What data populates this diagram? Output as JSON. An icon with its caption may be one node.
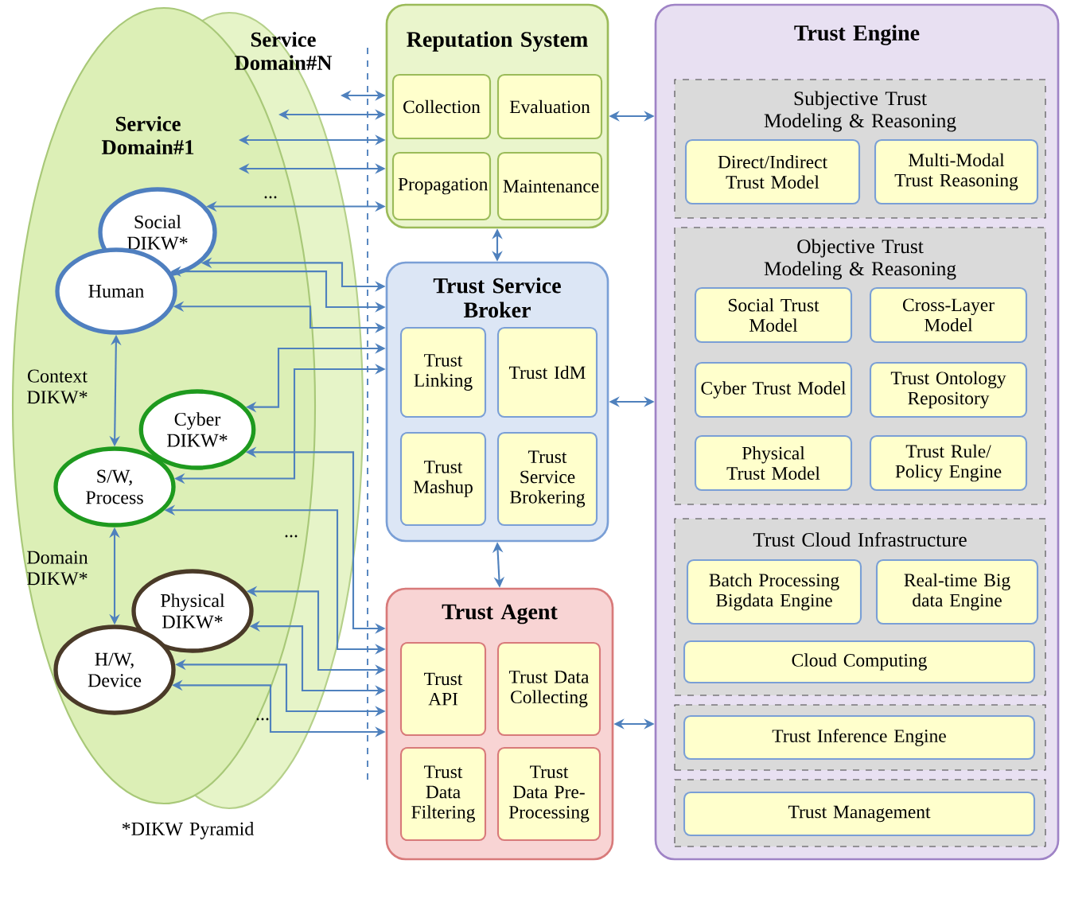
{
  "diagram": {
    "nodes": [
      {
        "text": [
          "Social DIKW*"
        ]
      },
      {
        "text": [
          "Human"
        ]
      },
      {
        "text": [
          "Cyber DIKW*"
        ]
      },
      {
        "text": [
          "S/W, Process"
        ]
      },
      {
        "text": [
          "Physical DIKW*"
        ]
      },
      {
        "text": [
          "H/W, Device"
        ]
      },
      {
        "text": [
          "Reputation System"
        ]
      },
      {
        "text": [
          "Collection"
        ],
        "in": 6
      },
      {
        "text": [
          "Evaluation"
        ],
        "in": 6
      },
      {
        "text": [
          "Propagation"
        ],
        "in": 6
      },
      {
        "text": [
          "Maintenance"
        ],
        "in": 6
      },
      {
        "text": [
          "Trust Service Broker"
        ]
      },
      {
        "text": [
          "Trust Linking"
        ],
        "in": 11
      },
      {
        "text": [
          "Trust IdM"
        ],
        "in": 11
      },
      {
        "text": [
          "Trust Mashup"
        ],
        "in": 11
      },
      {
        "text": [
          "Trust Service Brokering"
        ],
        "in": 11
      },
      {
        "text": [
          "Trust Agent"
        ]
      },
      {
        "text": [
          "Trust API"
        ],
        "in": 16
      },
      {
        "text": [
          "Trust Data Collecting"
        ],
        "in": 16
      },
      {
        "text": [
          "Trust Data Filtering"
        ],
        "in": 16
      },
      {
        "text": [
          "Trust Data Pre-Processing"
        ],
        "in": 16
      },
      {
        "text": [
          "Trust Engine"
        ]
      },
      {
        "text": [
          "Subjective Trust Modeling & Reasoning"
        ],
        "in": 21
      },
      {
        "text": [
          "Direct/Indirect Trust Model"
        ],
        "in": 22
      },
      {
        "text": [
          "Multi-Modal Trust Reasoning"
        ],
        "in": 22
      },
      {
        "text": [
          "Objective Trust Modeling & Reasoning"
        ],
        "in": 21
      },
      {
        "text": [
          "Social Trust Model"
        ],
        "in": 25
      },
      {
        "text": [
          "Cross-Layer Model"
        ],
        "in": 25
      },
      {
        "text": [
          "Cyber Trust Model"
        ],
        "in": 25
      },
      {
        "text": [
          "Trust Ontology Repository"
        ],
        "in": 25
      },
      {
        "text": [
          "Physical Trust Model"
        ],
        "in": 25
      },
      {
        "text": [
          "Trust Rule/ Policy Engine"
        ],
        "in": 25
      },
      {
        "text": [
          "Trust Cloud Infrastructure"
        ],
        "in": 21
      },
      {
        "text": [
          "Batch Processing Bigdata Engine"
        ],
        "in": 32
      },
      {
        "text": [
          "Real-time Big data Engine"
        ],
        "in": 32
      },
      {
        "text": [
          "Cloud Computing"
        ],
        "in": 32
      },
      {
        "text": [],
        "shape": "box",
        "in": 21
      },
      {
        "text": [
          "Trust Inference Engine"
        ],
        "in": 36
      },
      {
        "text": [],
        "shape": "box",
        "in": 21
      },
      {
        "text": [
          "Trust Management"
        ],
        "in": 38
      }
    ],
    "edges": [
      {
        "from": null,
        "to": 6,
        "arrow": "both"
      },
      {
        "from": null,
        "to": 6,
        "arrow": "both"
      },
      {
        "from": null,
        "to": 6,
        "arrow": "both"
      },
      {
        "from": null,
        "to": 6,
        "arrow": "both"
      },
      {
        "from": 0,
        "to": 6,
        "arrow": "both"
      },
      {
        "from": 0,
        "to": 11,
        "arrow": "both"
      },
      {
        "from": 1,
        "to": 11,
        "arrow": "both"
      },
      {
        "from": 1,
        "to": 11,
        "arrow": "both"
      },
      {
        "from": 2,
        "to": 11,
        "arrow": "both"
      },
      {
        "from": 3,
        "to": 11,
        "arrow": "both"
      },
      {
        "from": 2,
        "to": 16,
        "arrow": "both"
      },
      {
        "from": 3,
        "to": 16,
        "arrow": "both"
      },
      {
        "from": 4,
        "to": 16,
        "arrow": "both"
      },
      {
        "from": 4,
        "to": 16,
        "arrow": "both"
      },
      {
        "from": 5,
        "to": 16,
        "arrow": "both"
      },
      {
        "from": 5,
        "to": 16,
        "arrow": "both"
      },
      {
        "from": 1,
        "to": 3,
        "arrow": "both"
      },
      {
        "from": 3,
        "to": 5,
        "arrow": "both"
      },
      {
        "from": 6,
        "to": 11,
        "arrow": "both"
      },
      {
        "from": 11,
        "to": 16,
        "arrow": "both"
      },
      {
        "from": 6,
        "to": 21,
        "arrow": "both"
      },
      {
        "from": 11,
        "to": 21,
        "arrow": "both"
      },
      {
        "from": 16,
        "to": 21,
        "arrow": "both"
      }
    ],
    "labels": [
      "Service Domain#N",
      "Service Domain#1",
      "Context DIKW*",
      "Domain DIKW*",
      "...",
      "...",
      "...",
      "*DIKW Pyramid"
    ]
  }
}
